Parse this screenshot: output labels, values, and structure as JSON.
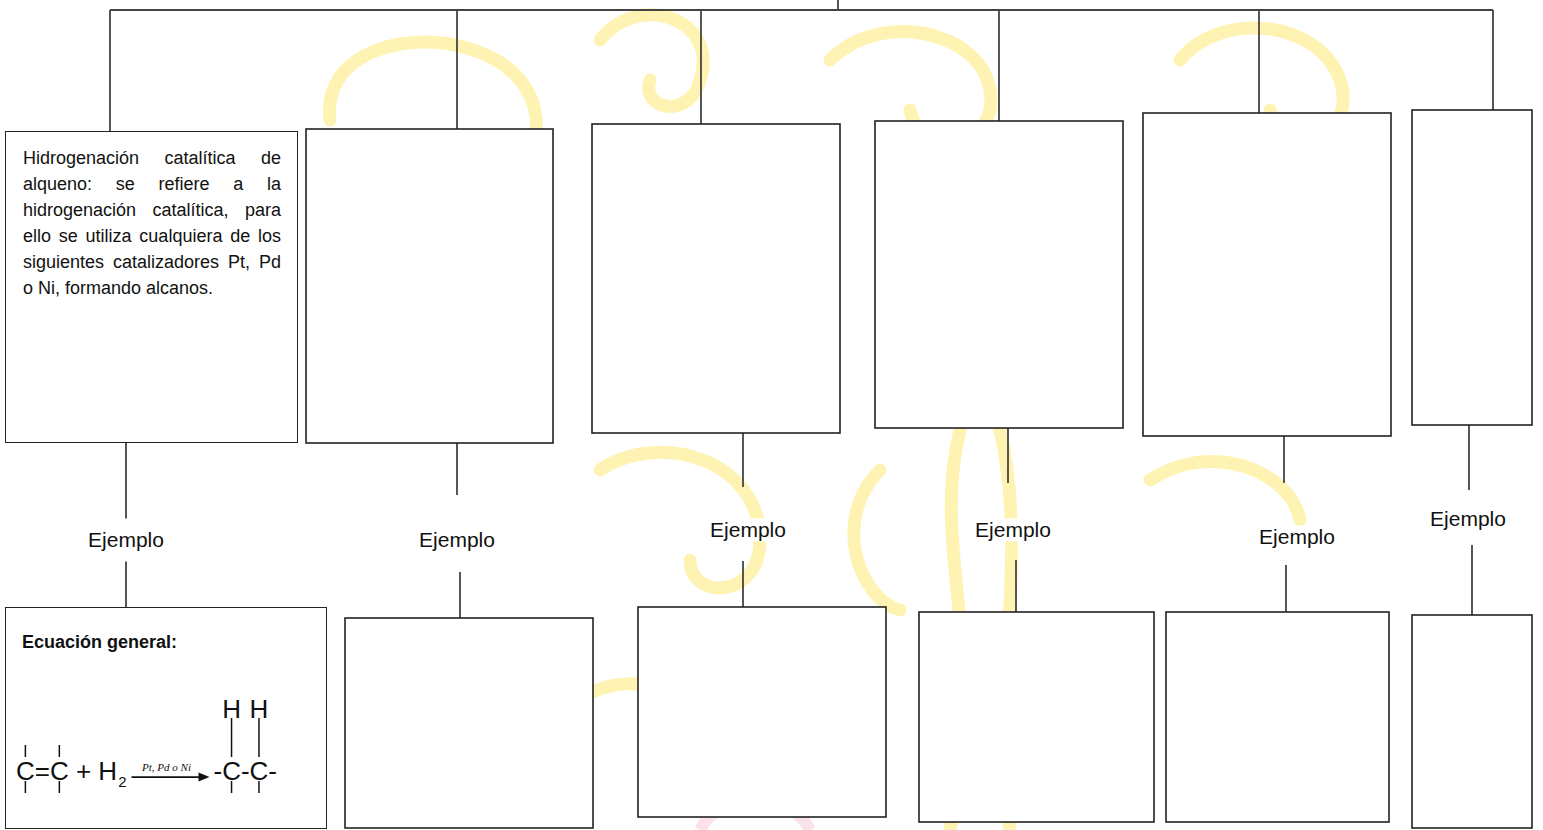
{
  "diagram": {
    "nodes": [
      {
        "text": [
          "Hidrogenación catalítica de alqueno: se refiere a la hidrogenación catalítica, para ello se utiliza cualquiera de los siguientes catalizadores Pt, Pd o Ni, formando alcanos."
        ]
      },
      {
        "text": [
          "Ecuación general:",
          "C=C + H",
          "2",
          "Pt, Pd o Ni",
          "H",
          "H",
          "-C-C-"
        ]
      }
    ],
    "edges": [
      {
        "from": 0,
        "to": 1,
        "arrow": "none",
        "label": "Ejemplo"
      }
    ],
    "labels": [
      "Ejemplo",
      "Ejemplo",
      "Ejemplo",
      "Ejemplo",
      "Ejemplo"
    ]
  }
}
